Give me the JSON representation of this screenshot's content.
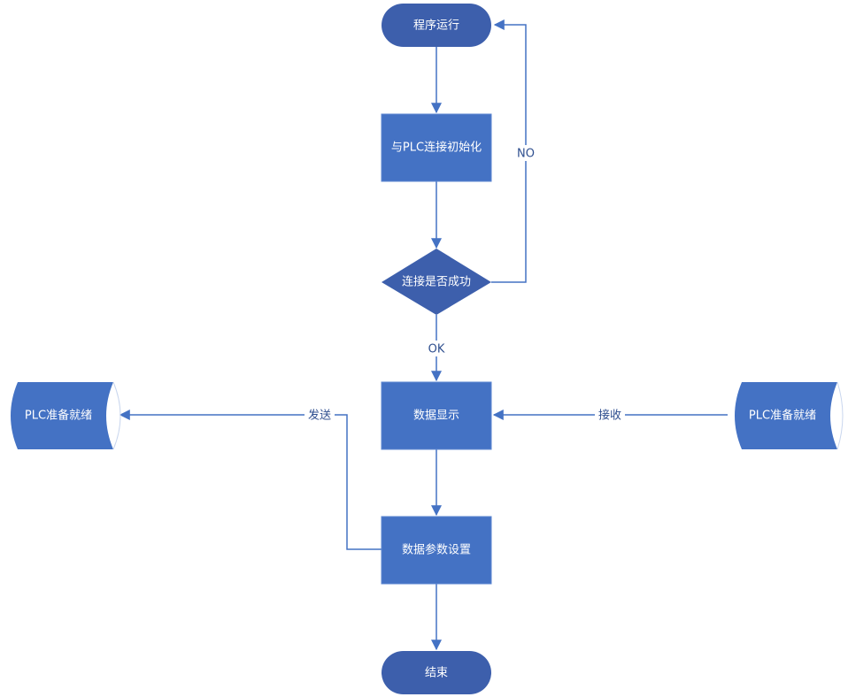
{
  "colors": {
    "terminal_fill": "#3d5fac",
    "process_fill": "#4472c4",
    "process_stroke": "#5b86d1",
    "decision_fill": "#3d5fac",
    "storage_fill": "#4472c4",
    "storage_edge": "#c9d6ee",
    "line": "#4472c4",
    "text": "#ffffff",
    "label_text": "#2f4f8f"
  },
  "nodes": {
    "start": {
      "label": "程序运行"
    },
    "init": {
      "label": "与PLC连接初始化"
    },
    "check": {
      "label": "连接是否成功"
    },
    "display": {
      "label": "数据显示"
    },
    "settings": {
      "label": "数据参数设置"
    },
    "end": {
      "label": "结束"
    },
    "plc_left": {
      "label": "PLC准备就绪"
    },
    "plc_right": {
      "label": "PLC准备就绪"
    }
  },
  "edges": {
    "no_label": "NO",
    "ok_label": "OK",
    "send_label": "发送",
    "receive_label": "接收"
  }
}
